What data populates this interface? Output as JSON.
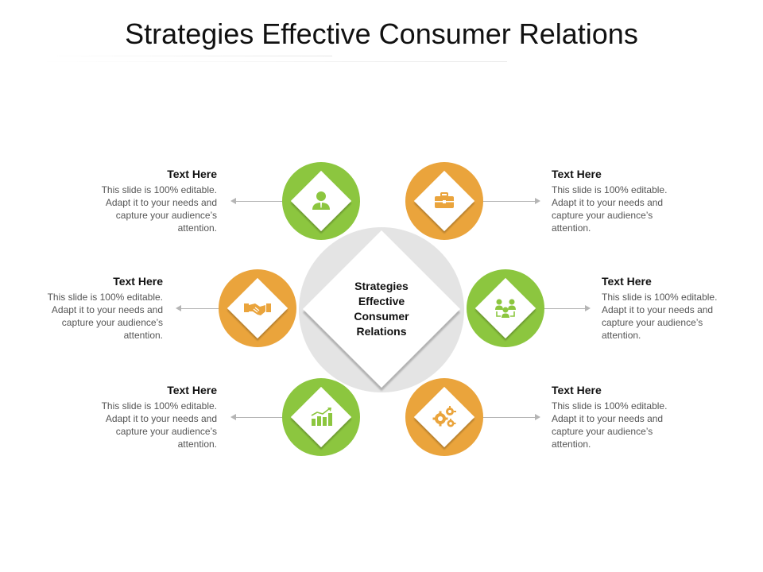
{
  "title": "Strategies Effective Consumer Relations",
  "center": {
    "label": "Strategies Effective Consumer Relations"
  },
  "colors": {
    "green": "#8cc63f",
    "orange": "#eaa43c",
    "center_disc": "#e4e4e4",
    "connector": "#b5b5b5"
  },
  "nodes": [
    {
      "position": "top-left",
      "color": "green",
      "icon": "person-icon"
    },
    {
      "position": "top-right",
      "color": "orange",
      "icon": "briefcase-icon"
    },
    {
      "position": "middle-left",
      "color": "orange",
      "icon": "handshake-icon"
    },
    {
      "position": "middle-right",
      "color": "green",
      "icon": "team-icon"
    },
    {
      "position": "bottom-left",
      "color": "green",
      "icon": "bar-chart-icon"
    },
    {
      "position": "bottom-right",
      "color": "orange",
      "icon": "gears-icon"
    }
  ],
  "items": [
    {
      "heading": "Text Here",
      "body": "This slide is 100% editable. Adapt it to your needs and capture your audience’s attention."
    },
    {
      "heading": "Text Here",
      "body": "This slide is 100% editable. Adapt it to your needs and capture your audience’s attention."
    },
    {
      "heading": "Text Here",
      "body": "This slide is 100% editable. Adapt it to your needs and capture your audience’s attention."
    },
    {
      "heading": "Text Here",
      "body": "This slide is 100% editable. Adapt it to your needs and capture your audience’s attention."
    },
    {
      "heading": "Text Here",
      "body": "This slide is 100% editable. Adapt it to your needs and capture your audience’s attention."
    },
    {
      "heading": "Text Here",
      "body": "This slide is 100% editable. Adapt it to your needs and capture your audience’s attention."
    }
  ]
}
